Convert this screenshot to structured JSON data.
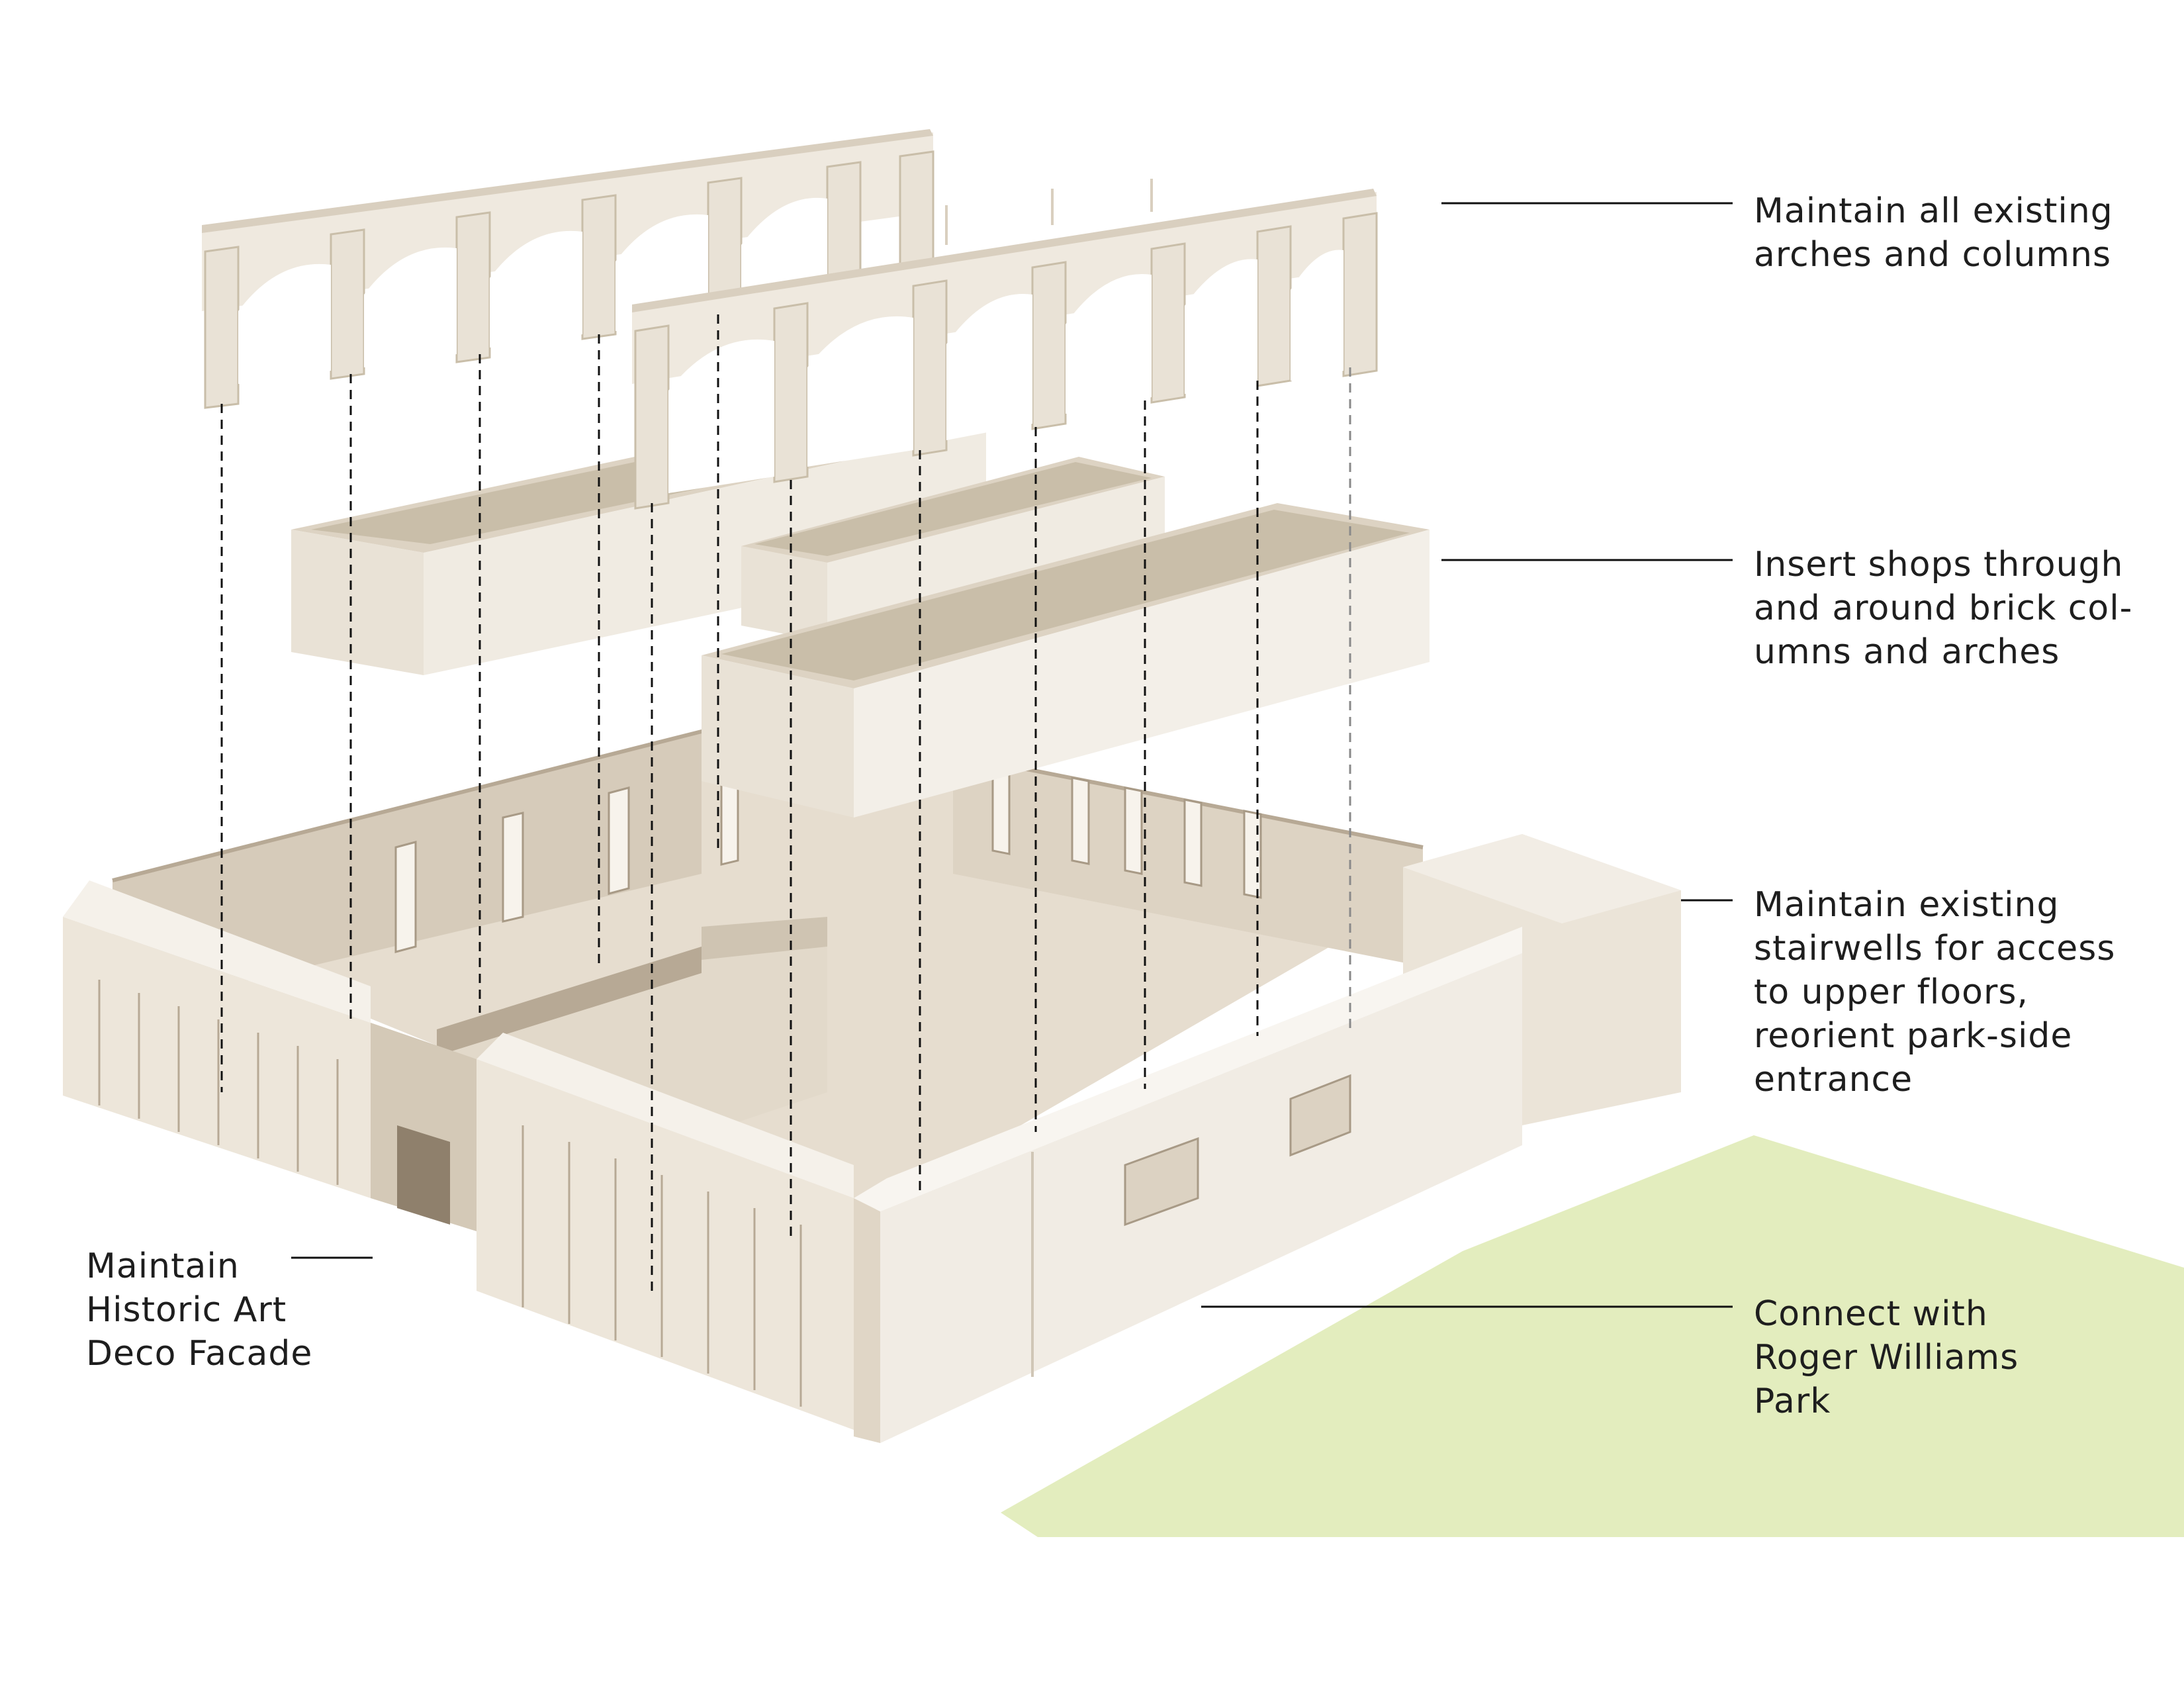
{
  "colors": {
    "model_face": "#efe9df",
    "model_shade": "#d9cfbf",
    "model_dark": "#b7a995",
    "model_line": "#a89a86",
    "park": "#e3edbe",
    "leader": "#111111"
  },
  "annotations": [
    {
      "id": "arches",
      "lines": [
        "Maintain all existing",
        "arches and columns"
      ]
    },
    {
      "id": "shops",
      "lines": [
        "Insert shops through",
        "and around brick col-",
        "umns and arches"
      ]
    },
    {
      "id": "stairwells",
      "lines": [
        "Maintain existing",
        "stairwells for access",
        "to upper floors,",
        "reorient park-side",
        "entrance"
      ]
    },
    {
      "id": "park",
      "lines": [
        "Connect with",
        "Roger Williams",
        "Park"
      ]
    },
    {
      "id": "facade",
      "lines": [
        "Maintain",
        "Historic Art",
        "Deco Facade"
      ]
    }
  ]
}
